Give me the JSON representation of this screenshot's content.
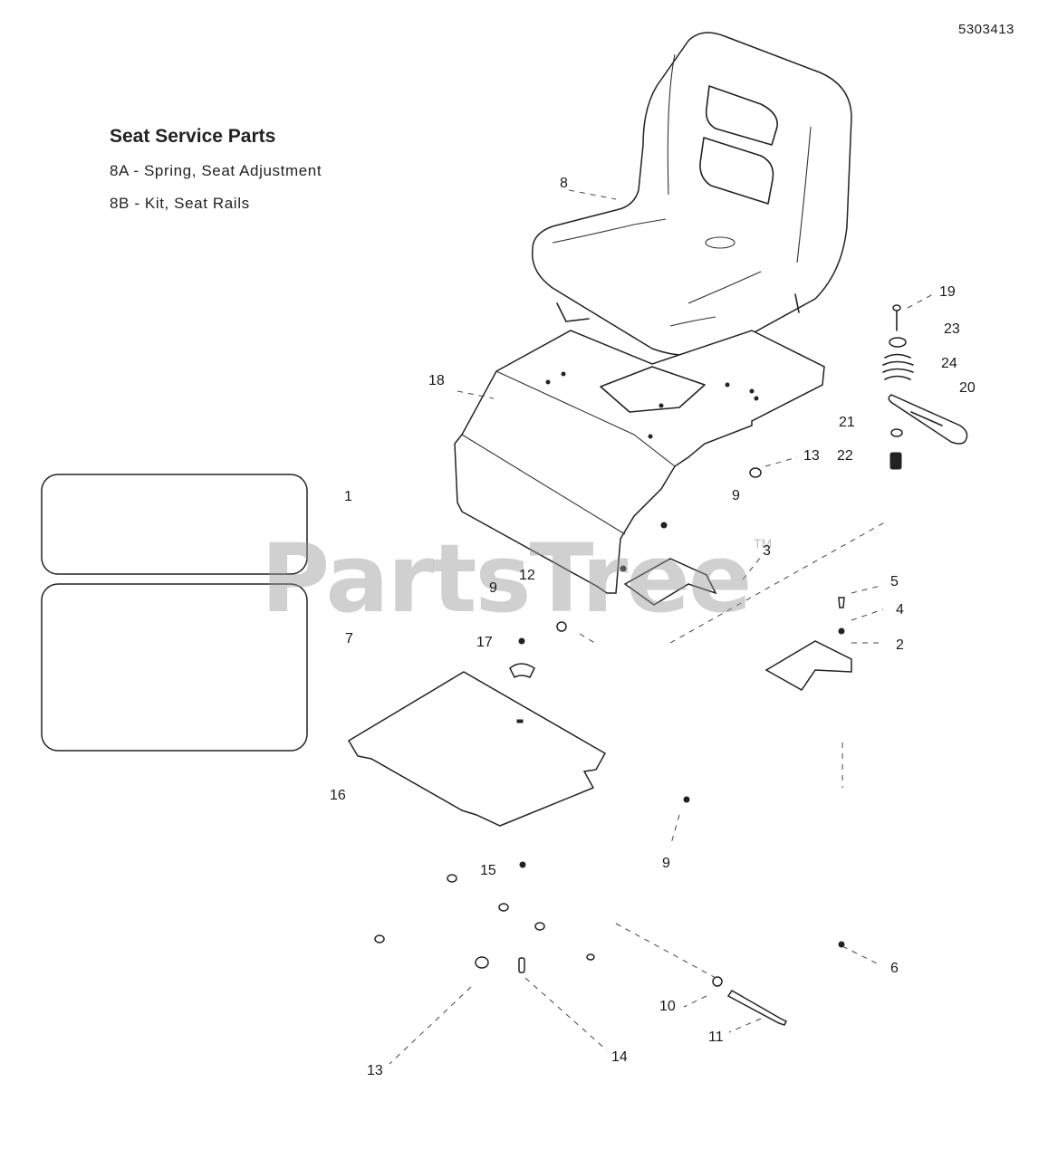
{
  "document_id": "5303413",
  "service_parts": {
    "title": "Seat Service Parts",
    "items": [
      "8A - Spring, Seat Adjustment",
      "8B - Kit, Seat Rails"
    ]
  },
  "watermark": {
    "text": "PartsTree",
    "trademark": "TM"
  },
  "callouts": {
    "c1": "1",
    "c2": "2",
    "c3": "3",
    "c4": "4",
    "c5": "5",
    "c6": "6",
    "c7": "7",
    "c8": "8",
    "c9a": "9",
    "c9b": "9",
    "c9c": "9",
    "c10": "10",
    "c11": "11",
    "c12": "12",
    "c13a": "13",
    "c13b": "13",
    "c14": "14",
    "c15": "15",
    "c16": "16",
    "c17": "17",
    "c18": "18",
    "c19": "19",
    "c20": "20",
    "c21": "21",
    "c22": "22",
    "c23": "23",
    "c24": "24"
  }
}
